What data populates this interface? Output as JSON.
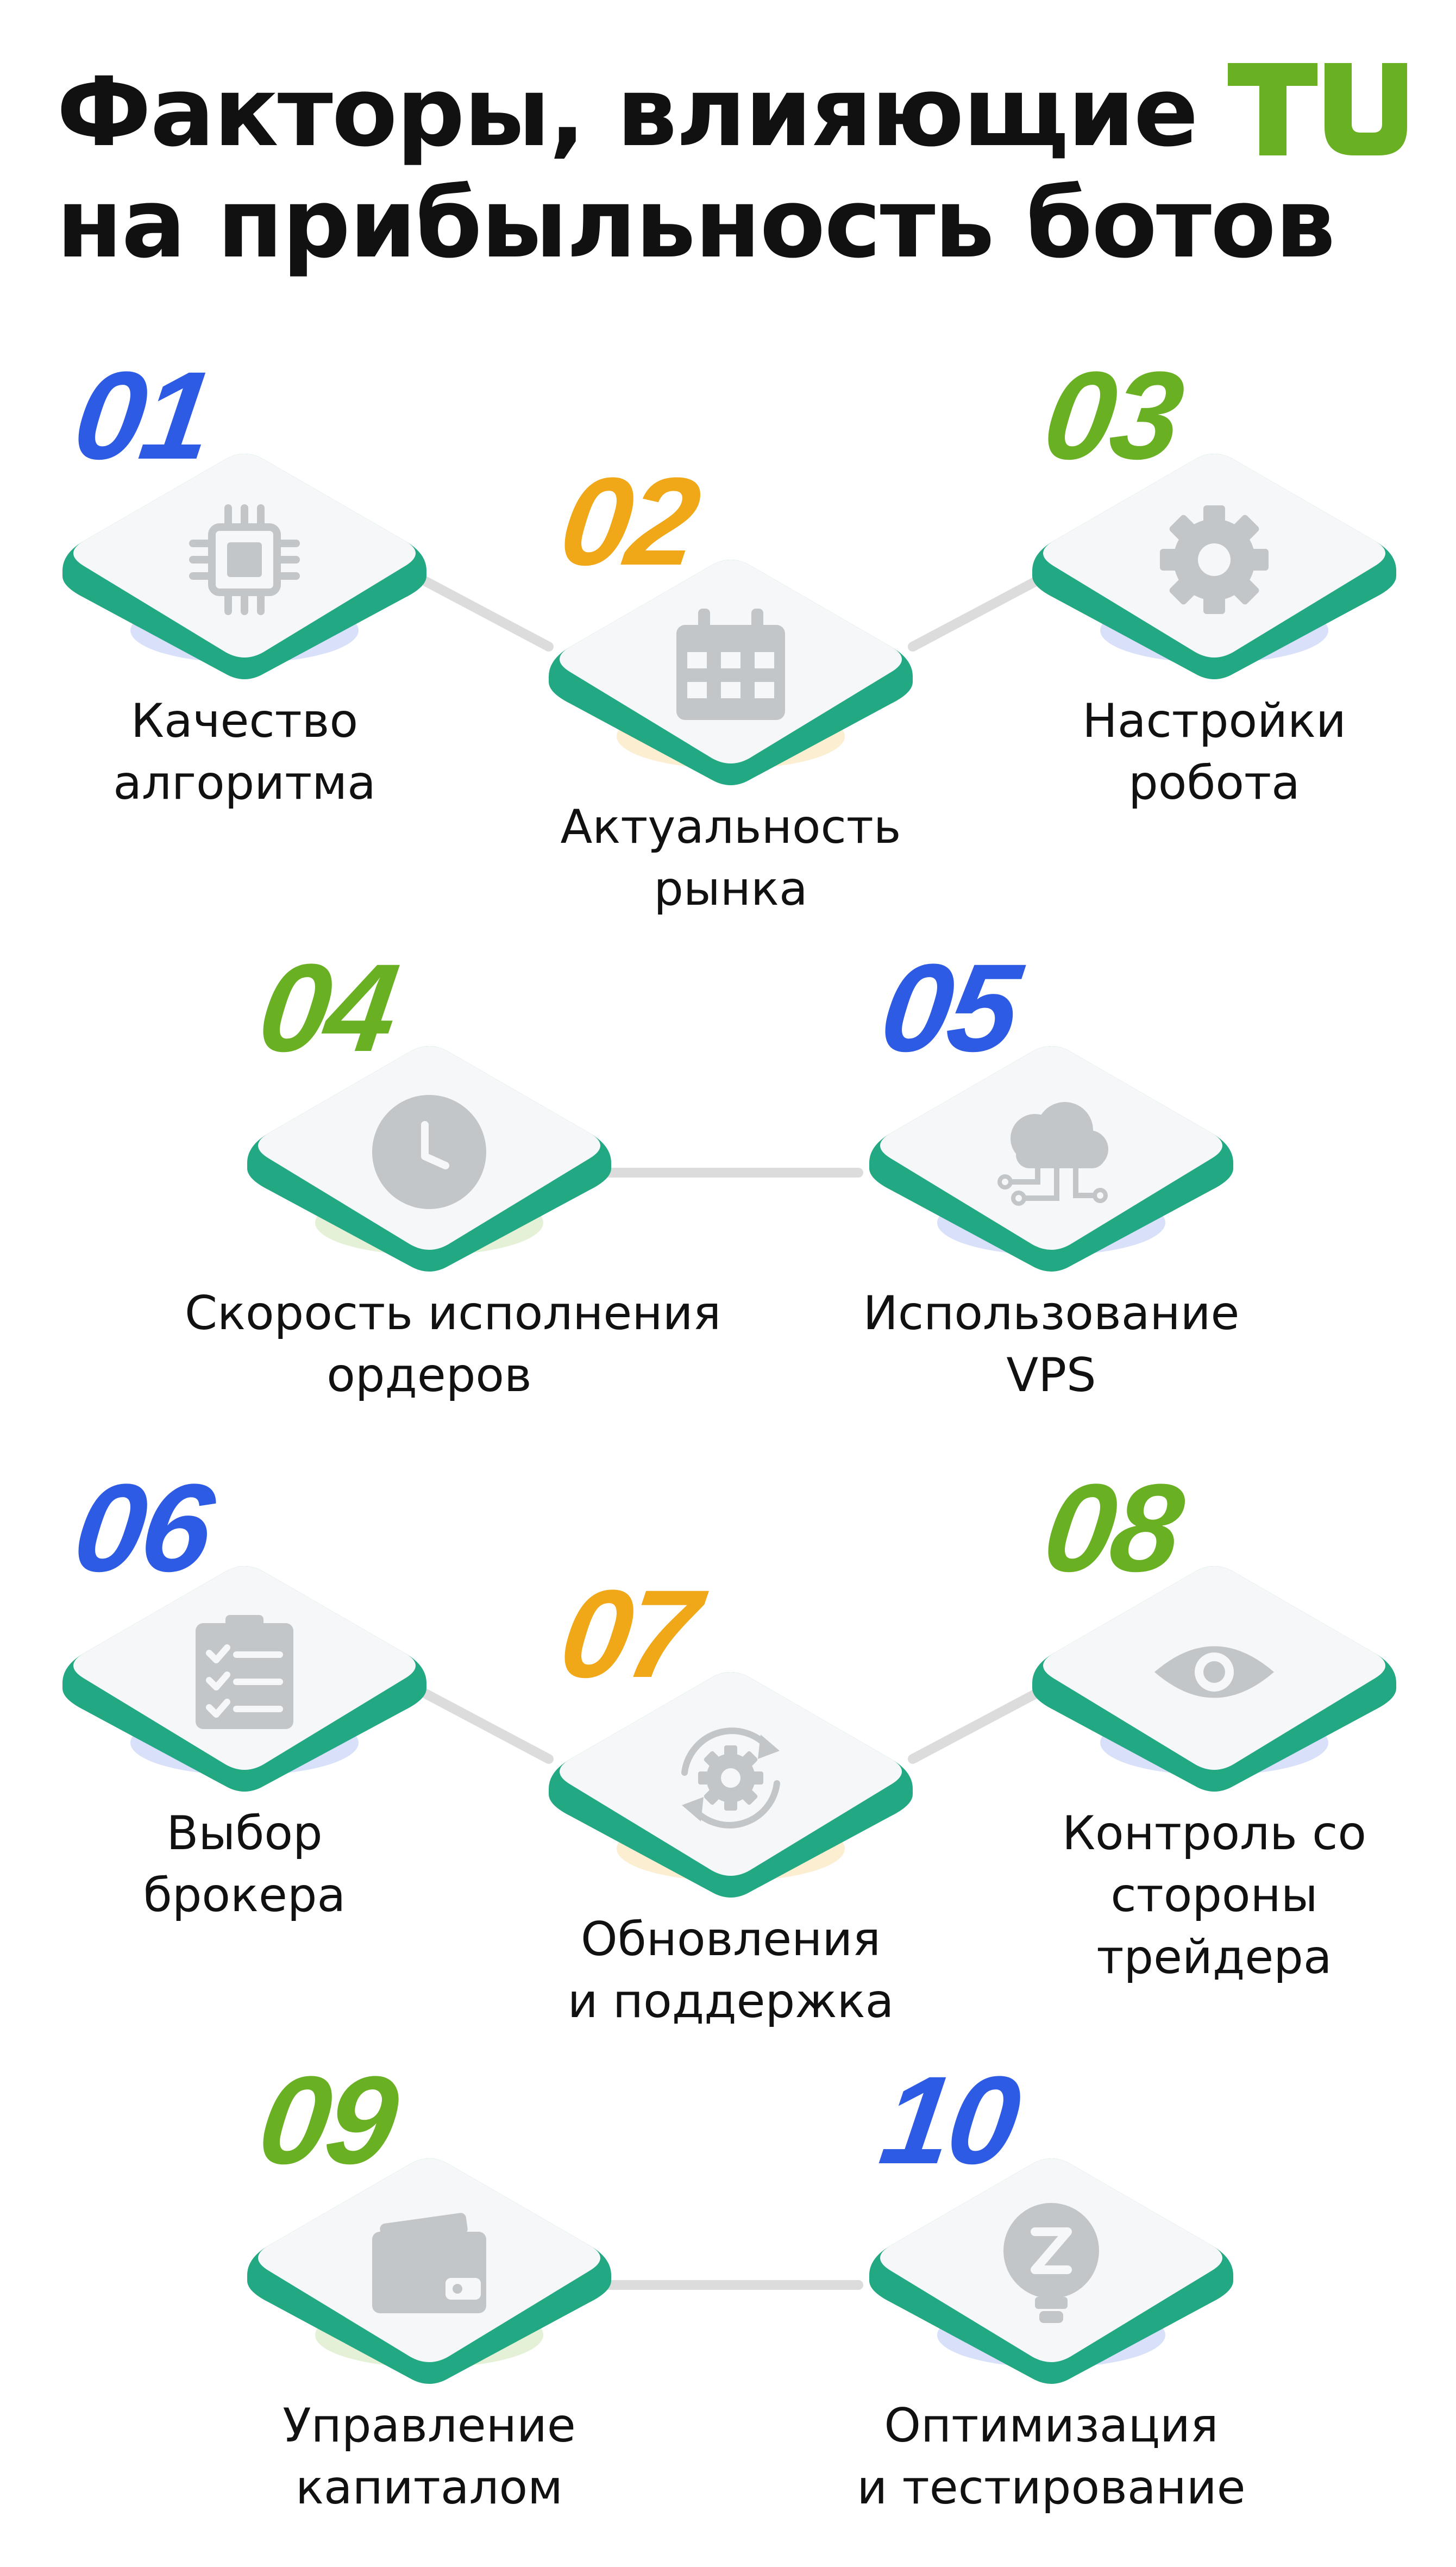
{
  "title": {
    "line1": "Факторы, влияющие",
    "line2": "на прибыльность ботов"
  },
  "logo": {
    "text": "TU",
    "color": "#6ab023"
  },
  "colors": {
    "blue": "#2d5be3",
    "orange": "#f0a818",
    "green": "#6ab023",
    "connector": "#dcdcdc",
    "icon": "#c3c6c9"
  },
  "factors": [
    {
      "num": "01",
      "num_color": "#2d5be3",
      "icon": "cpu-chip-icon",
      "label1": "Качество",
      "label2": "алгоритма"
    },
    {
      "num": "02",
      "num_color": "#f0a818",
      "icon": "calendar-icon",
      "label1": "Актуальность",
      "label2": "рынка"
    },
    {
      "num": "03",
      "num_color": "#6ab023",
      "icon": "gear-icon",
      "label1": "Настройки",
      "label2": "робота"
    },
    {
      "num": "04",
      "num_color": "#6ab023",
      "icon": "clock-icon",
      "label1": "Скорость исполнения",
      "label2": "ордеров"
    },
    {
      "num": "05",
      "num_color": "#2d5be3",
      "icon": "cloud-network-icon",
      "label1": "Использование",
      "label2": "VPS"
    },
    {
      "num": "06",
      "num_color": "#2d5be3",
      "icon": "checklist-clipboard-icon",
      "label1": "Выбор",
      "label2": "брокера"
    },
    {
      "num": "07",
      "num_color": "#f0a818",
      "icon": "gear-refresh-icon",
      "label1": "Обновления",
      "label2": "и поддержка"
    },
    {
      "num": "08",
      "num_color": "#6ab023",
      "icon": "eye-icon",
      "label1": "Контроль со",
      "label2": "стороны",
      "label3": "трейдера"
    },
    {
      "num": "09",
      "num_color": "#6ab023",
      "icon": "wallet-icon",
      "label1": "Управление",
      "label2": "капиталом"
    },
    {
      "num": "10",
      "num_color": "#2d5be3",
      "icon": "lightbulb-z-icon",
      "label1": "Оптимизация",
      "label2": "и тестирование"
    }
  ]
}
